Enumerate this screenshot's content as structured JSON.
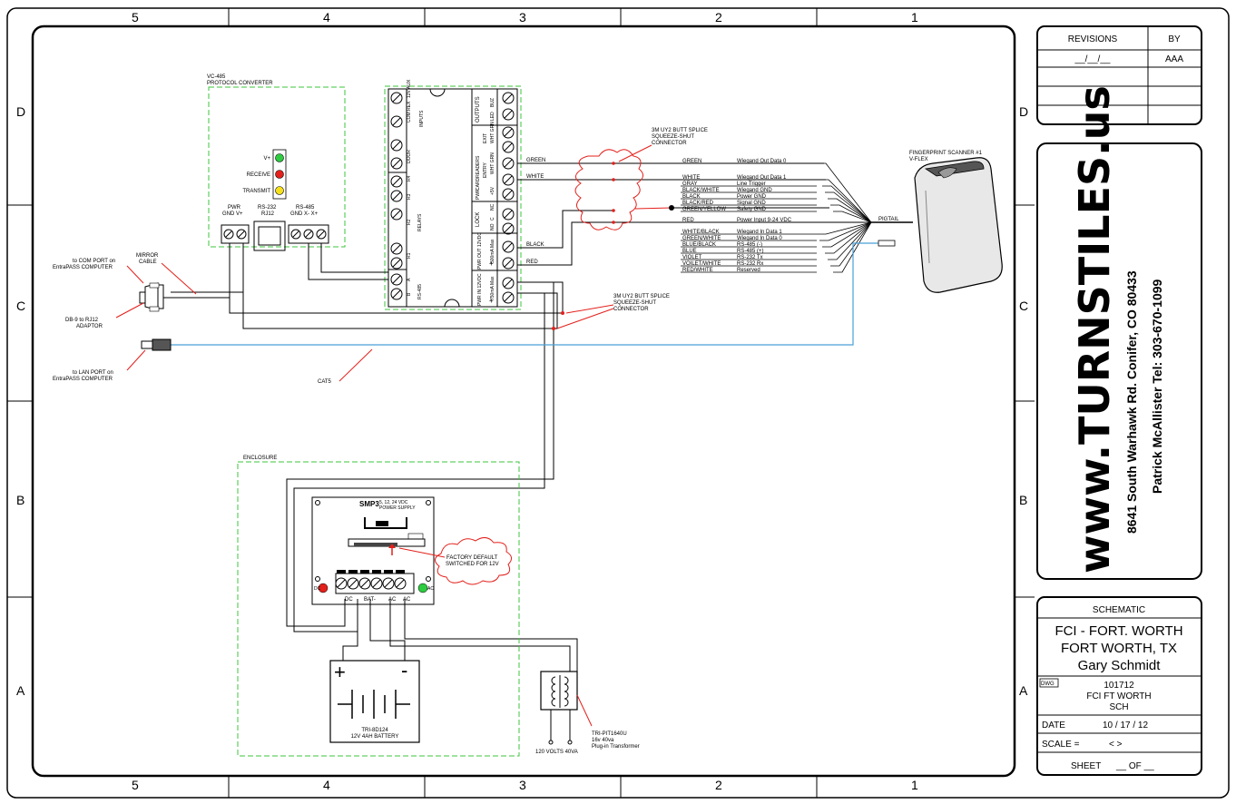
{
  "border": {
    "columns": [
      "5",
      "4",
      "3",
      "2",
      "1"
    ],
    "rows": [
      "D",
      "C",
      "B",
      "A"
    ]
  },
  "revisions": {
    "header": "REVISIONS",
    "by_header": "BY",
    "rows": [
      {
        "rev": "__/__/__",
        "by": "AAA"
      },
      {
        "rev": "",
        "by": ""
      },
      {
        "rev": "",
        "by": ""
      },
      {
        "rev": "",
        "by": ""
      }
    ]
  },
  "company": {
    "logo_text": "www.TURNSTILES.us",
    "address": "8641 South Warhawk Rd.  Conifer, CO 80433",
    "contact": "Patrick McAllister Tel: 303-670-1099"
  },
  "title_block": {
    "type": "SCHEMATIC",
    "project_line1": "FCI - FORT. WORTH",
    "project_line2": "FORT WORTH, TX",
    "project_line3": "Gary Schmidt",
    "dwg_label": "DWG",
    "dwg_number": "101712",
    "dwg_line2": "FCI FT WORTH",
    "dwg_line3": "SCH",
    "date_label": "DATE",
    "date_value": "10 / 17 / 12",
    "scale_label": "SCALE =",
    "scale_value": "< >",
    "sheet_label": "SHEET",
    "sheet_value": "__ OF __"
  },
  "converter": {
    "title1": "VC-485",
    "title2": "PROTOCOL CONVERTER",
    "leds": [
      {
        "label": "V+",
        "color": "#2ecc40"
      },
      {
        "label": "RECEIVE",
        "color": "#e3201b"
      },
      {
        "label": "TRANSMIT",
        "color": "#f5e01b"
      }
    ],
    "pwr_label": "PWR",
    "pwr_pins": "GND  V+",
    "rs232_label": "RS-232",
    "rs232_pins": "RJ12",
    "rs485_label": "RS-485",
    "rs485_pins": "GND  X-   X+"
  },
  "controller": {
    "inputs_label": "INPUTS",
    "input_terms": [
      "12V AUX",
      "COM REX",
      "DOOR"
    ],
    "outputs_label": "OUTPUTS",
    "output_terms": [
      "LED",
      "BUZ"
    ],
    "cardreaders_label": "CARDREADERS",
    "cardreader_groups": [
      "EXIT",
      "ENTRY"
    ],
    "cardreader_terms": [
      "WHT GRN",
      "WHT GRN"
    ],
    "relays_label": "RELAYS",
    "relay_terms": [
      "R4",
      "R3",
      "R2",
      "R1"
    ],
    "lock_label": "LOCK",
    "lock_terms": [
      "NC",
      "C",
      "NO"
    ],
    "pwr_label": "PWR",
    "pwr_terms": [
      "+5V",
      "-"
    ],
    "pwr_out_label": "PWR OUT 12VDC",
    "pwr_out_terms": [
      "500mA Max",
      "+"
    ],
    "pwr_in_label": "PWR IN 12VDC",
    "pwr_in_terms": [
      "750mA Max",
      "+"
    ],
    "rs485_label": "RS-485",
    "rs485_terms": [
      "A",
      "B"
    ]
  },
  "splice1": {
    "line1": "3M UY2 BUTT SPLICE",
    "line2": "SQUEEZE-SHUT",
    "line3": "CONNECTOR"
  },
  "splice2": {
    "line1": "3M UY2 BUTT SPLICE",
    "line2": "SQUEEZE-SHUT",
    "line3": "CONNECTOR"
  },
  "controller_wires": {
    "green": "GREEN",
    "white": "WHITE",
    "black": "BLACK",
    "red": "RED"
  },
  "scanner": {
    "title1": "FINGERPRINT SCANNER #1",
    "title2": "V-FLEX",
    "pigtail": "PIGTAIL",
    "wires": [
      {
        "color": "GREEN",
        "function": "Wiegand Out Data 0"
      },
      {
        "color": "WHITE",
        "function": "Wiegand Out Data 1"
      },
      {
        "color": "GRAY",
        "function": "Line Trigger"
      },
      {
        "color": "BLACK/WHITE",
        "function": "Wiegand GND"
      },
      {
        "color": "BLACK",
        "function": "Power GND"
      },
      {
        "color": "BLACK/RED",
        "function": "Signal GND"
      },
      {
        "color": "GREEN/YELLOW",
        "function": "Safety GND"
      },
      {
        "color": "RED",
        "function": "Power Input 9-24 VDC"
      },
      {
        "color": "WHITE/BLACK",
        "function": "Wiegand In Data 1"
      },
      {
        "color": "GREEN/WHITE",
        "function": "Wiegand In Data 0"
      },
      {
        "color": "BLUE/BLACK",
        "function": "RS-485 (-)"
      },
      {
        "color": "BLUE",
        "function": "RS-485 (+)"
      },
      {
        "color": "VIOLET",
        "function": "RS-232 Tx"
      },
      {
        "color": "VOILET/WHITE",
        "function": "RS-232 Rx"
      },
      {
        "color": "RED/WHITE",
        "function": "Reserved"
      }
    ]
  },
  "left_labels": {
    "com_port1": "to COM PORT on",
    "com_port2": "EntraPASS COMPUTER",
    "mirror1": "MIRROR",
    "mirror2": "CABLE",
    "db9_1": "DB-9 to RJ12",
    "db9_2": "ADAPTOR",
    "lan1": "to LAN PORT on",
    "lan2": "EntraPASS COMPUTER",
    "cat5": "CAT5"
  },
  "enclosure": {
    "label": "ENCLOSURE",
    "psu_name": "SMP3",
    "psu_desc1": "5, 12, 24 VDC",
    "psu_desc2": "POWER SUPPLY",
    "psu_terms": [
      "DC",
      "BAT-",
      "AC",
      "AC"
    ],
    "led_dc": "DC",
    "led_ac": "AC",
    "note1": "FACTORY DEFAULT",
    "note2": "SWITCHED FOR 12V",
    "battery_plus": "+",
    "battery_minus": "-",
    "battery1": "TRI-8D124",
    "battery2": "12V 4AH BATTERY",
    "transformer1": "TRI-PIT1640U",
    "transformer2": "16v 40va",
    "transformer3": "Plug-in Transformer",
    "mains": "120 VOLTS 40VA"
  },
  "colors": {
    "green_dash": "#3cc43c",
    "cat5_blue": "#4a9fd8",
    "callout_red": "#e3201b"
  }
}
